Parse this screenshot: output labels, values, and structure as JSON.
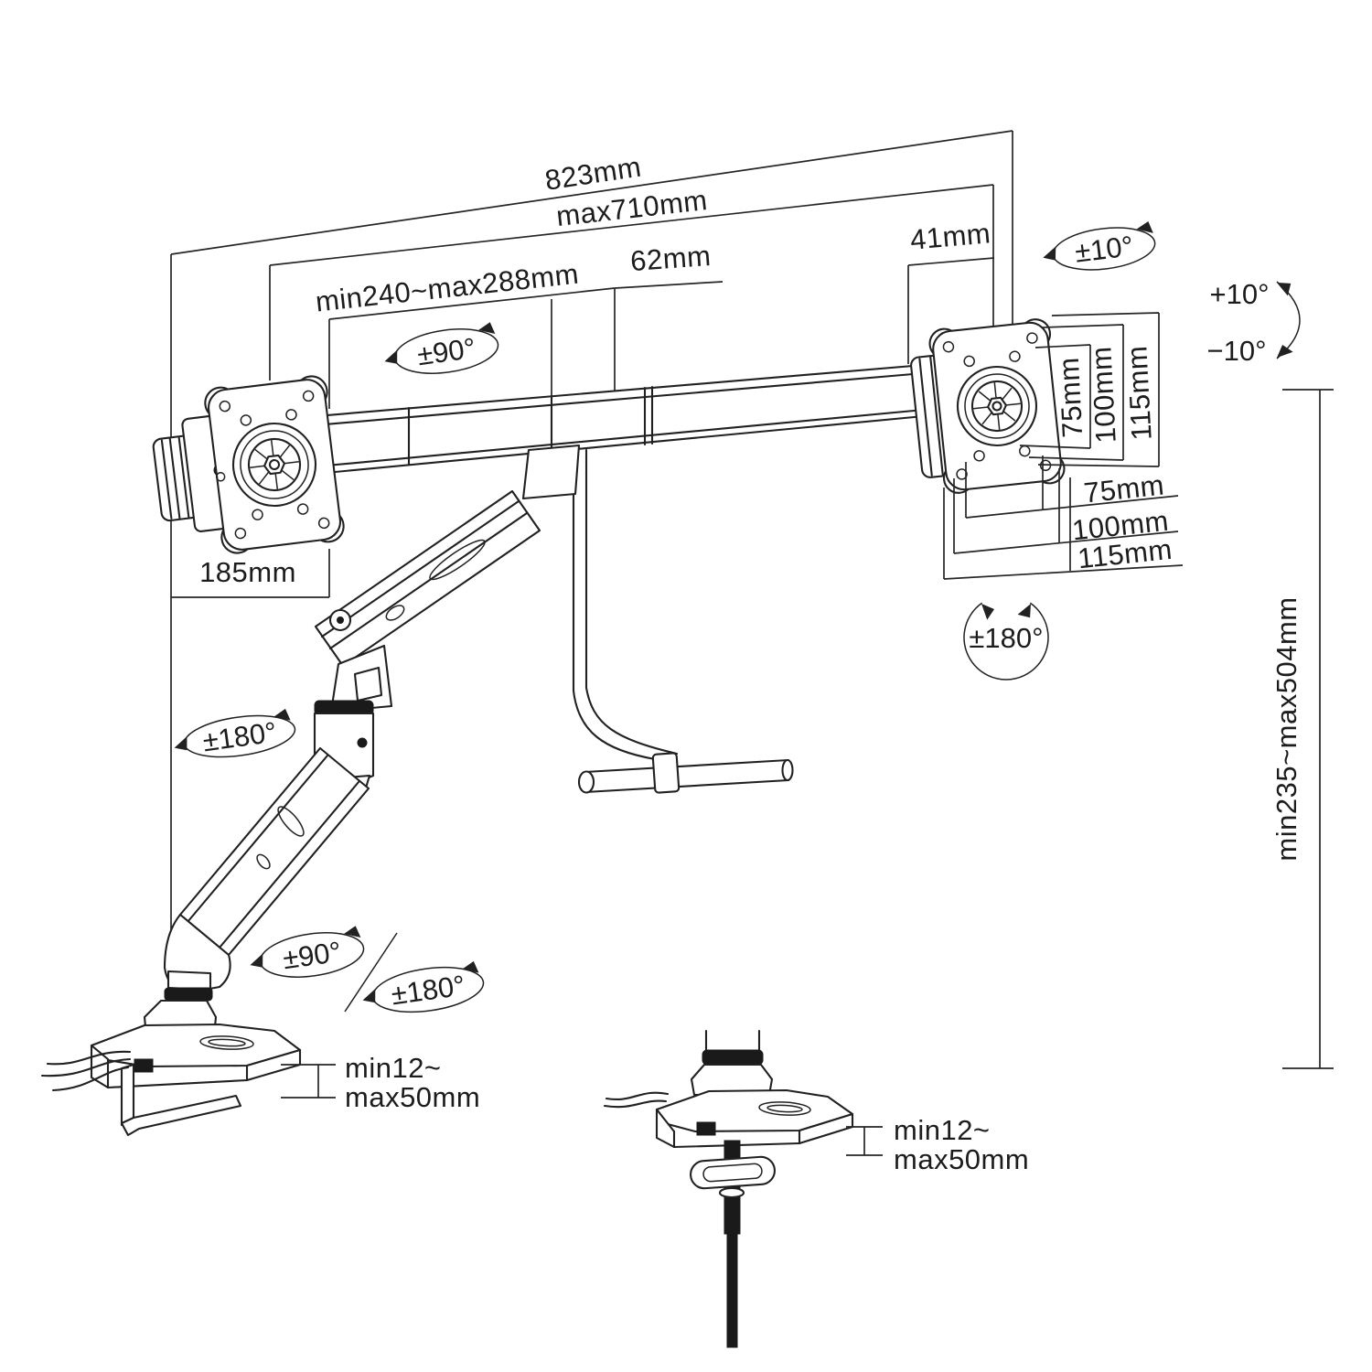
{
  "dims": {
    "overall_width": "823mm",
    "max_reach": "max710mm",
    "pole_adjust": "min240~max288mm",
    "offset_small": "62mm",
    "end_offset": "41mm",
    "left_plate_width": "185mm",
    "height_range": "min235~max504mm",
    "clamp_left_line1": "min12~",
    "clamp_left_line2": "max50mm",
    "clamp_right_line1": "min12~",
    "clamp_right_line2": "max50mm"
  },
  "vesa": {
    "v75": "75mm",
    "v100": "100mm",
    "v115": "115mm",
    "h75": "75mm",
    "h100": "100mm",
    "h115": "115mm"
  },
  "rotation": {
    "tilt_ellipse": "±10°",
    "tilt_plus": "+10°",
    "tilt_minus": "−10°",
    "swivel_top": "±90°",
    "rotate_left": "±180°",
    "rotate_right": "±180°",
    "swivel_base": "±90°",
    "rotate_base": "±180°"
  }
}
